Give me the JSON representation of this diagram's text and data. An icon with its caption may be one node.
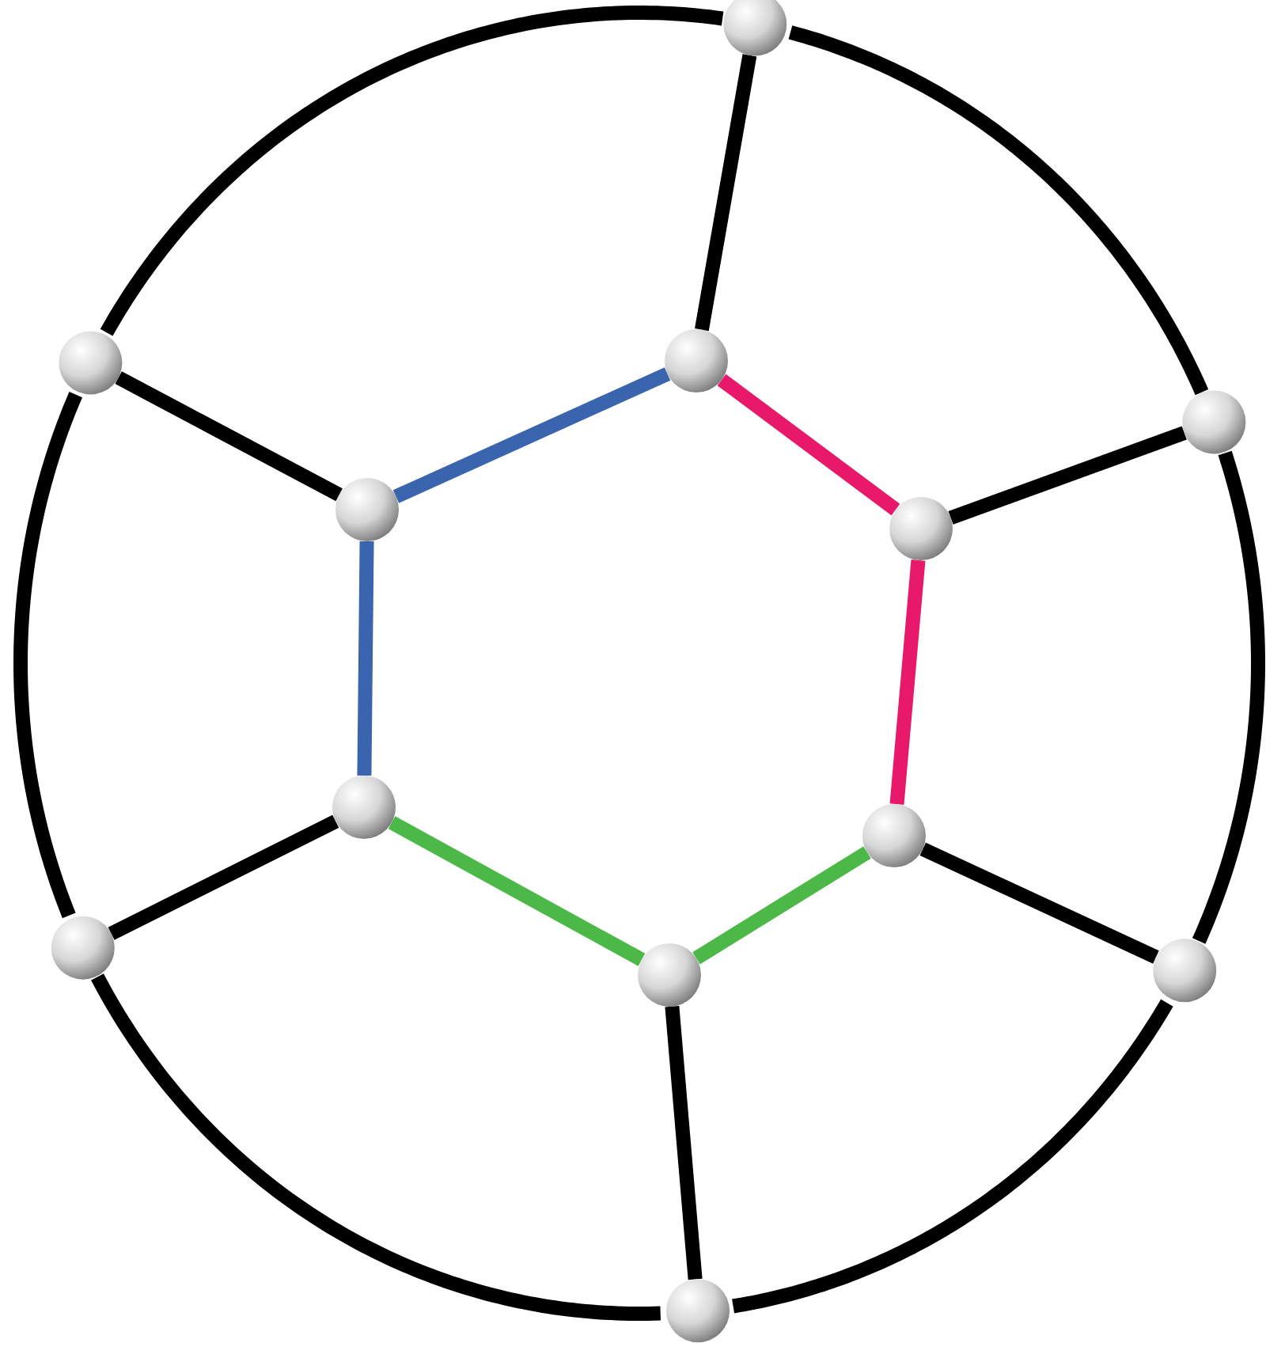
{
  "diagram": {
    "nodes": [
      {
        "text": [],
        "shape": "circle"
      },
      {
        "text": [],
        "shape": "circle"
      },
      {
        "text": [],
        "shape": "circle"
      },
      {
        "text": [],
        "shape": "circle"
      },
      {
        "text": [],
        "shape": "circle"
      },
      {
        "text": [],
        "shape": "circle"
      },
      {
        "text": [],
        "shape": "circle"
      },
      {
        "text": [],
        "shape": "circle"
      },
      {
        "text": [],
        "shape": "circle"
      },
      {
        "text": [],
        "shape": "circle"
      },
      {
        "text": [],
        "shape": "circle"
      },
      {
        "text": [],
        "shape": "circle"
      }
    ],
    "edges": [
      {
        "from": 0,
        "to": 3,
        "arrow": "none"
      },
      {
        "from": 3,
        "to": 9,
        "arrow": "none"
      },
      {
        "from": 9,
        "to": 11,
        "arrow": "none"
      },
      {
        "from": 11,
        "to": 8,
        "arrow": "none"
      },
      {
        "from": 8,
        "to": 1,
        "arrow": "none"
      },
      {
        "from": 1,
        "to": 0,
        "arrow": "none"
      },
      {
        "from": 0,
        "to": 2,
        "arrow": "none"
      },
      {
        "from": 1,
        "to": 4,
        "arrow": "none"
      },
      {
        "from": 3,
        "to": 5,
        "arrow": "none"
      },
      {
        "from": 8,
        "to": 6,
        "arrow": "none"
      },
      {
        "from": 9,
        "to": 7,
        "arrow": "none"
      },
      {
        "from": 11,
        "to": 10,
        "arrow": "none"
      },
      {
        "from": 2,
        "to": 4,
        "arrow": "none",
        "color": "#3a64ad"
      },
      {
        "from": 4,
        "to": 6,
        "arrow": "none",
        "color": "#3a64ad"
      },
      {
        "from": 2,
        "to": 5,
        "arrow": "none",
        "color": "#e8196a"
      },
      {
        "from": 5,
        "to": 7,
        "arrow": "none",
        "color": "#e8196a"
      },
      {
        "from": 6,
        "to": 10,
        "arrow": "none",
        "color": "#4cb848"
      },
      {
        "from": 10,
        "to": 7,
        "arrow": "none",
        "color": "#4cb848"
      }
    ]
  }
}
